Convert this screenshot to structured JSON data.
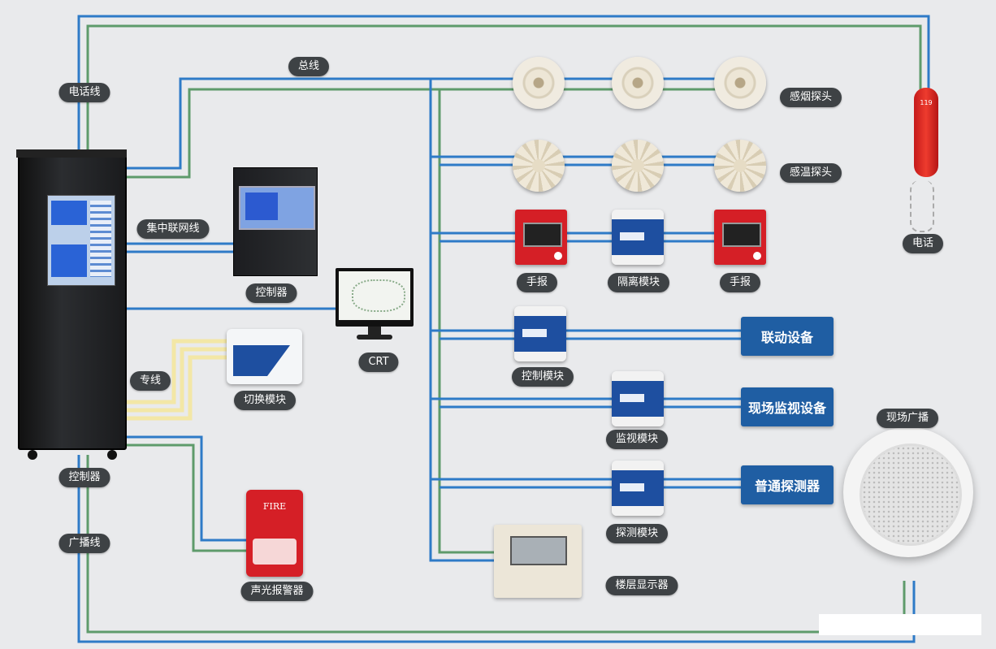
{
  "colors": {
    "wire_blue": "#2e7bc7",
    "wire_green": "#5e9b6b",
    "wire_yellow": "#f3e7a6",
    "label_bg": "#3e4245",
    "box_blue": "#1f5ea3"
  },
  "labels": {
    "phone_line": "电话线",
    "bus": "总线",
    "network": "集中联网线",
    "dedicated": "专线",
    "controller_cabinet": "控制器",
    "broadcast_line": "广播线",
    "controller": "控制器",
    "crt": "CRT",
    "switch_module": "切换模块",
    "strobe_alarm": "声光报警器",
    "smoke_detector": "感烟探头",
    "heat_detector": "感温探头",
    "manual_call_1": "手报",
    "isolation_module": "隔离模块",
    "manual_call_2": "手报",
    "control_module": "控制模块",
    "monitor_module": "监视模块",
    "probe_module": "探测模块",
    "floor_display": "楼层显示器",
    "phone": "电话",
    "speaker": "现场广播"
  },
  "boxes": {
    "linkage": "联动设备",
    "monitoring": "现场监视设备",
    "normal_detector": "普通探测器"
  },
  "device_text": {
    "strobe": "FIRE",
    "phone": "119"
  }
}
